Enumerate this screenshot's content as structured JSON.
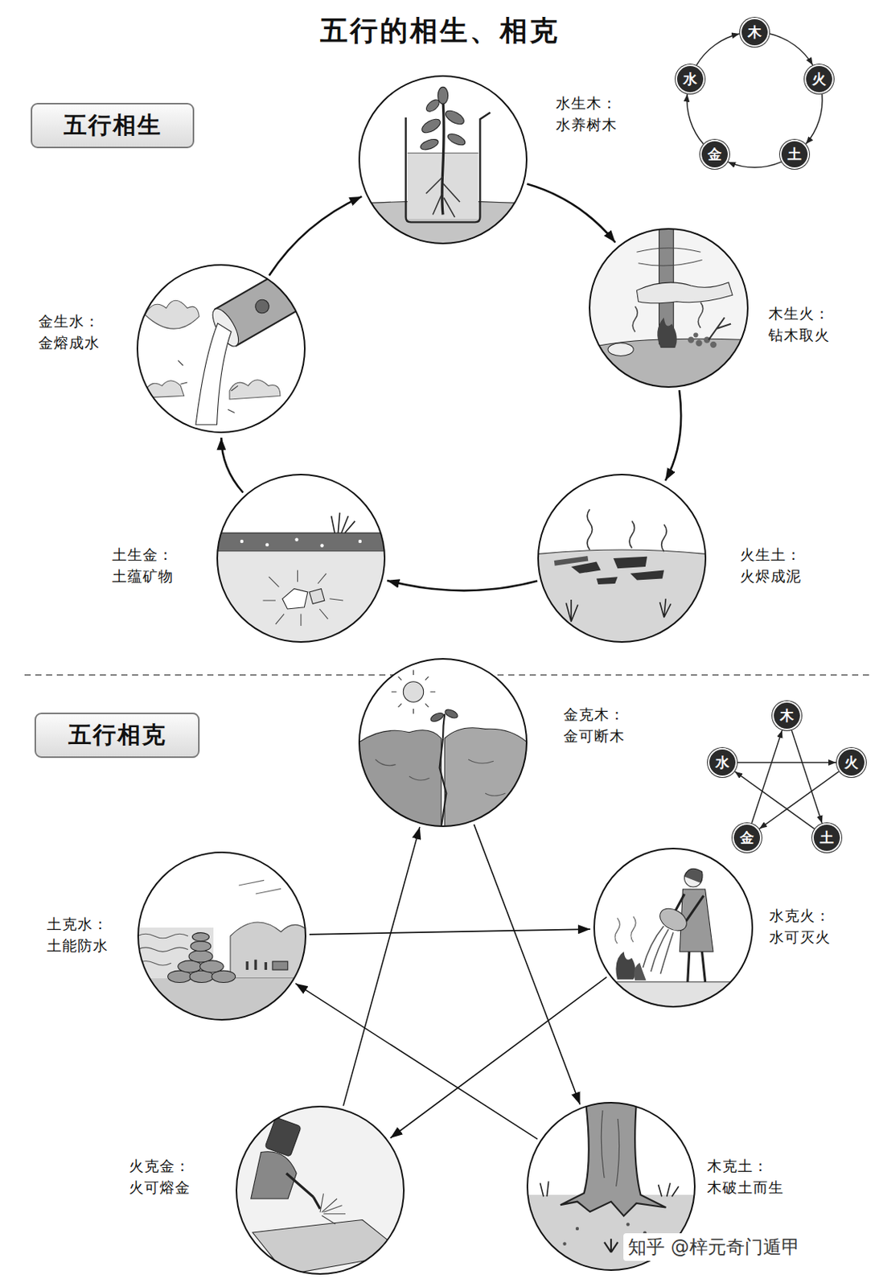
{
  "diagram": {
    "title": "五行的相生、相克",
    "nodes": [
      {
        "text": [
          "五行相生"
        ]
      },
      {
        "text": [
          "木"
        ]
      },
      {
        "text": [
          "火"
        ]
      },
      {
        "text": [
          "土"
        ]
      },
      {
        "text": [
          "金"
        ]
      },
      {
        "text": [
          "水"
        ]
      },
      {
        "text": [
          "水生木：",
          "水养树木"
        ]
      },
      {
        "text": [
          "木生火：",
          "钻木取火"
        ]
      },
      {
        "text": [
          "金生水：",
          "金熔成水"
        ]
      },
      {
        "text": [
          "火生土：",
          "火烬成泥"
        ]
      },
      {
        "text": [
          "土生金：",
          "土蕴矿物"
        ]
      },
      {
        "text": [
          "五行相克"
        ]
      },
      {
        "text": [
          "木"
        ]
      },
      {
        "text": [
          "水"
        ]
      },
      {
        "text": [
          "火"
        ]
      },
      {
        "text": [
          "金"
        ]
      },
      {
        "text": [
          "土"
        ]
      },
      {
        "text": [
          "金克木：",
          "金可断木"
        ]
      },
      {
        "text": [
          "土克水：",
          "土能防水"
        ]
      },
      {
        "text": [
          "水克火：",
          "水可灭火"
        ]
      },
      {
        "text": [
          "火克金：",
          "火可熔金"
        ]
      },
      {
        "text": [
          "木克土：",
          "木破土而生"
        ]
      }
    ],
    "edges": [
      {
        "from": 1,
        "to": 2,
        "arrow": "to"
      },
      {
        "from": 2,
        "to": 3,
        "arrow": "to"
      },
      {
        "from": 3,
        "to": 4,
        "arrow": "to"
      },
      {
        "from": 4,
        "to": 5,
        "arrow": "to"
      },
      {
        "from": 5,
        "to": 1,
        "arrow": "to"
      },
      {
        "from": 6,
        "to": 7,
        "arrow": "to"
      },
      {
        "from": 7,
        "to": 9,
        "arrow": "to"
      },
      {
        "from": 9,
        "to": 10,
        "arrow": "to"
      },
      {
        "from": 10,
        "to": 8,
        "arrow": "to"
      },
      {
        "from": 8,
        "to": 6,
        "arrow": "to"
      },
      {
        "from": 12,
        "to": 16,
        "arrow": "to"
      },
      {
        "from": 16,
        "to": 13,
        "arrow": "to"
      },
      {
        "from": 13,
        "to": 14,
        "arrow": "to"
      },
      {
        "from": 14,
        "to": 15,
        "arrow": "to"
      },
      {
        "from": 15,
        "to": 12,
        "arrow": "to"
      },
      {
        "from": 17,
        "to": 21,
        "arrow": "to"
      },
      {
        "from": 21,
        "to": 18,
        "arrow": "to"
      },
      {
        "from": 18,
        "to": 19,
        "arrow": "to"
      },
      {
        "from": 19,
        "to": 20,
        "arrow": "to"
      },
      {
        "from": 20,
        "to": 17,
        "arrow": "to"
      }
    ],
    "labels": [
      "知乎 @梓元奇门遁甲"
    ]
  }
}
